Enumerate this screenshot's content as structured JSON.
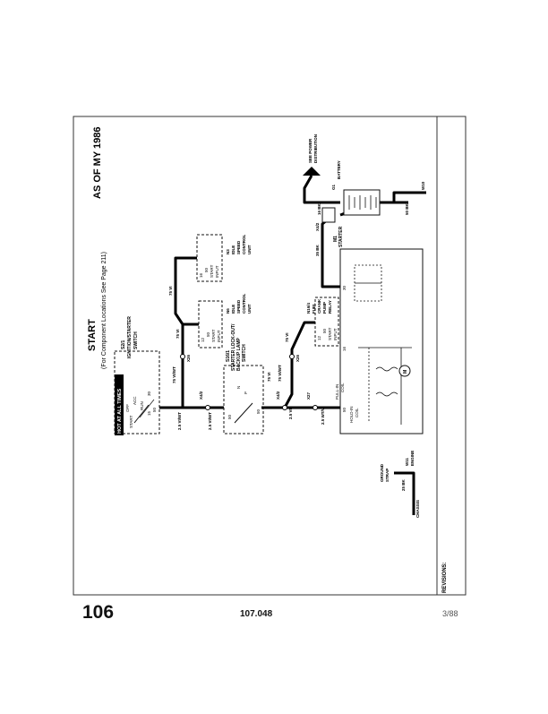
{
  "title": "START",
  "subtitle": "(For Component Locations See Page 211)",
  "model_year": "AS OF MY 1986",
  "hot_label": "HOT AT ALL TIMES",
  "revisions_label": "REVISIONS:",
  "page_number": "106",
  "doc_code": "107.048",
  "date": "3/88",
  "components": {
    "ignition": {
      "code": "S2/1",
      "name": "IGNITION/STARTER",
      "name2": "SWITCH",
      "pos_start": "START",
      "pos_off": "OFF",
      "pos_acc": "ACC",
      "pos_run": "RUN",
      "pin_30": "30",
      "pin_50": "50",
      "pin_15": "15"
    },
    "lockout": {
      "code": "S16/1",
      "name": "STARTER LOCK-OUT/",
      "name2": "BACKUP LAMP",
      "name3": "SWITCH",
      "pin_50": "50",
      "pin_50a": "50",
      "pos_n": "N",
      "pos_p": "P"
    },
    "idle_a": {
      "code": "N6",
      "name": "IDLE",
      "name2": "SPEED",
      "name3": "CONTROL",
      "name4": "UNIT",
      "pin": "12",
      "term": "50",
      "lbl": "START",
      "lbl2": "INPUT"
    },
    "idle_b": {
      "code": "N3",
      "name": "IDLE",
      "name2": "SPEED",
      "name3": "CONTROL",
      "name4": "UNIT",
      "pin": "16",
      "term": "50",
      "lbl": "START",
      "lbl2": "INPUT"
    },
    "fuel": {
      "code": "N16/4",
      "name": "FUEL",
      "name2": "CRANK",
      "name3": "PUMP",
      "name4": "RELAY",
      "pin": "12",
      "term": "50",
      "lbl": "START",
      "lbl2": "INPUT"
    },
    "starter": {
      "code": "M1",
      "name": "STARTER",
      "pin_30": "30",
      "pin_50": "50",
      "pin_16": "16",
      "pull_in_1": "PULL-IN",
      "pull_in_2": "COIL",
      "hold_in_1": "HOLD-IN",
      "hold_in_2": "COIL",
      "motor": "M"
    },
    "battery": {
      "code": "G1",
      "name": "BATTERY",
      "distribution": "SEE POWER",
      "distribution2": "DISTRIBUTION"
    },
    "ground_battery": {
      "code": "W10",
      "wire": "50 BK"
    },
    "ground_engine": {
      "code": "W11",
      "name": "ENGINE",
      "strap": "GROUND",
      "strap2": "STRAP",
      "wire": "25 BK",
      "chassis": "CHASSIS"
    },
    "connector_x4": {
      "code": "X4/2"
    }
  },
  "wires": {
    "w1": "75 VI",
    "w2": "75 VI/WT",
    "w3": "75 VI",
    "w4": "2.5 VI/WT",
    "w5": "2.5 VI/WT",
    "w6": "75 VI",
    "w7": "75 VI/WT",
    "w8": "2.5 VI",
    "w9": "2.5 WT/VI",
    "w10": "35 BK",
    "w11": "16 BK",
    "w12": "75 VI"
  },
  "connectors": {
    "x26a": "X26",
    "x26b": "X26",
    "x4_2a": "X4/2",
    "x4_2b": "X4/2",
    "x27": "X27"
  }
}
